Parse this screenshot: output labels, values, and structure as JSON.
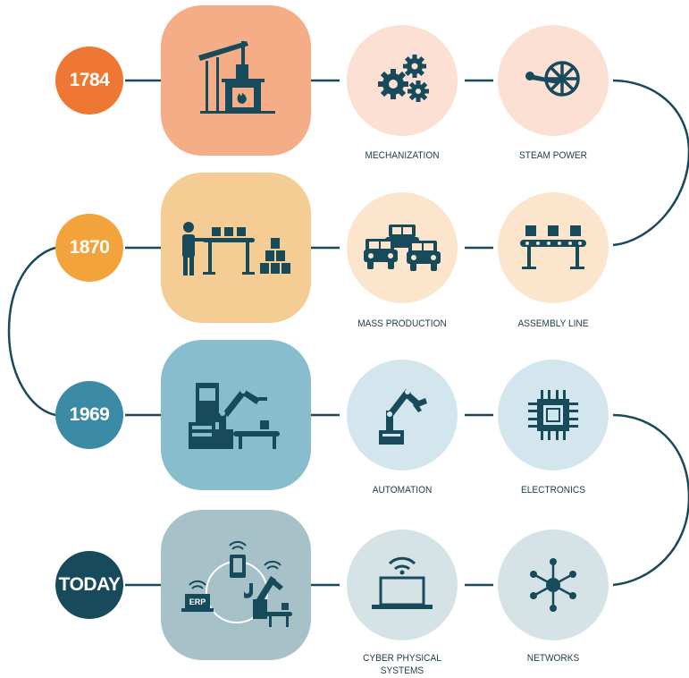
{
  "rows": [
    {
      "year": "1784",
      "badge_color": "#ee7733",
      "tile_color": "#f4ad87",
      "circle_color": "#fbe0d3",
      "stages": [
        {
          "label": "MECHANIZATION",
          "icon": "gears-icon"
        },
        {
          "label": "STEAM POWER",
          "icon": "steam-wheel-icon"
        }
      ],
      "tile_icon": "steam-factory-icon"
    },
    {
      "year": "1870",
      "badge_color": "#f2a33c",
      "tile_color": "#f5cc93",
      "circle_color": "#fbe6cd",
      "stages": [
        {
          "label": "MASS PRODUCTION",
          "icon": "cars-icon"
        },
        {
          "label": "ASSEMBLY LINE",
          "icon": "conveyor-icon"
        }
      ],
      "tile_icon": "worker-conveyor-icon"
    },
    {
      "year": "1969",
      "badge_color": "#3b8aa6",
      "tile_color": "#87bdcd",
      "circle_color": "#d4e6ed",
      "stages": [
        {
          "label": "AUTOMATION",
          "icon": "robot-arm-icon"
        },
        {
          "label": "ELECTRONICS",
          "icon": "chip-icon"
        }
      ],
      "tile_icon": "automated-factory-icon"
    },
    {
      "year": "TODAY",
      "badge_color": "#174a5b",
      "tile_color": "#a6c1c8",
      "circle_color": "#d6e3e6",
      "stages": [
        {
          "label": "CYBER PHYSICAL SYSTEMS",
          "icon": "laptop-wifi-icon"
        },
        {
          "label": "NETWORKS",
          "icon": "network-icon"
        }
      ],
      "tile_icon": "connected-systems-icon",
      "tile_text": "ERP"
    }
  ],
  "colors": {
    "line": "#174a5b",
    "icon": "#174a5b"
  }
}
